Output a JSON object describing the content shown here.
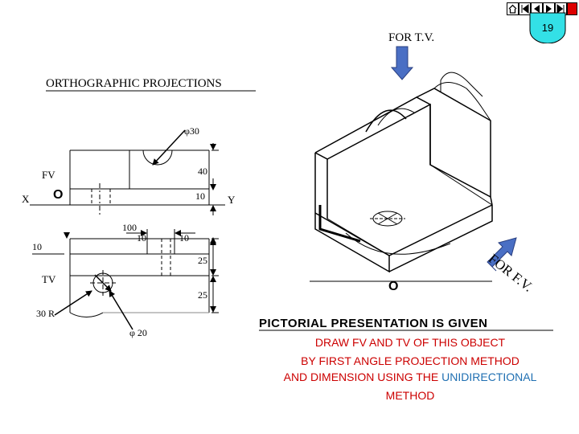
{
  "header": {
    "title": "ORTHOGRAPHIC PROJECTIONS",
    "tv_direction": "FOR T.V.",
    "fv_direction": "FOR F.V.",
    "page_number": "19"
  },
  "navigation": {
    "controls": [
      "home",
      "first",
      "previous",
      "next",
      "last",
      "end"
    ]
  },
  "orthographic": {
    "fv_label": "FV",
    "tv_label": "TV",
    "x_label": "X",
    "y_label": "Y",
    "origin_mark": "O",
    "dimensions": {
      "dia_30": "φ30",
      "d40": "40",
      "d10_fv": "10",
      "d100": "100",
      "d10_tv_a": "10",
      "d10_tv_b": "10",
      "d10_left": "10",
      "d25_a": "25",
      "d25_b": "25",
      "r30": "30 R",
      "dia_20": "φ 20"
    }
  },
  "pictorial": {
    "origin_mark": "O",
    "caption": "PICTORIAL PRESENTATION IS GIVEN"
  },
  "instructions": {
    "line1": "DRAW FV AND TV OF THIS OBJECT",
    "line2": "BY FIRST ANGLE PROJECTION METHOD",
    "line3_prefix": "AND DIMENSION USING THE ",
    "line3_highlight": "UNIDIRECTIONAL",
    "line4": "METHOD"
  },
  "colors": {
    "badge_fill": "#33e0e6",
    "badge_stroke": "#000000",
    "instruction_text": "#cc0000",
    "highlight_text": "#1f6fb2",
    "arrow_fill": "#4a6fc4"
  }
}
